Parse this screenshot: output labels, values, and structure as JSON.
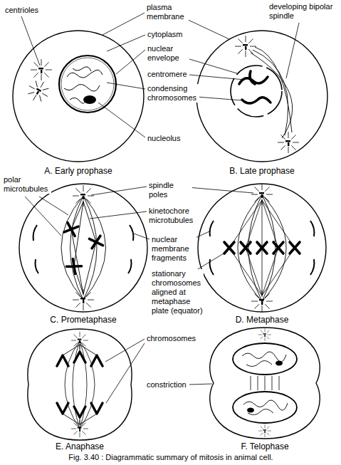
{
  "diagram": {
    "caption": "Fig. 3.40 : Diagrammatic summary of mitosis in animal cell.",
    "labels": [
      "centrioles",
      "plasma membrane",
      "developing bipolar spindle",
      "cytoplasm",
      "nuclear envelope",
      "centromere",
      "condensing chromosomes",
      "nucleolus",
      "A. Early prophase",
      "B. Late prophase",
      "polar microtubules",
      "spindle poles",
      "kinetochore microtubules",
      "nuclear membrane fragments",
      "stationary chromosomes aligned at metaphase plate (equator)",
      "C. Prometaphase",
      "D. Metaphase",
      "chromosomes",
      "constriction",
      "E. Anaphase",
      "F. Telophase"
    ]
  }
}
